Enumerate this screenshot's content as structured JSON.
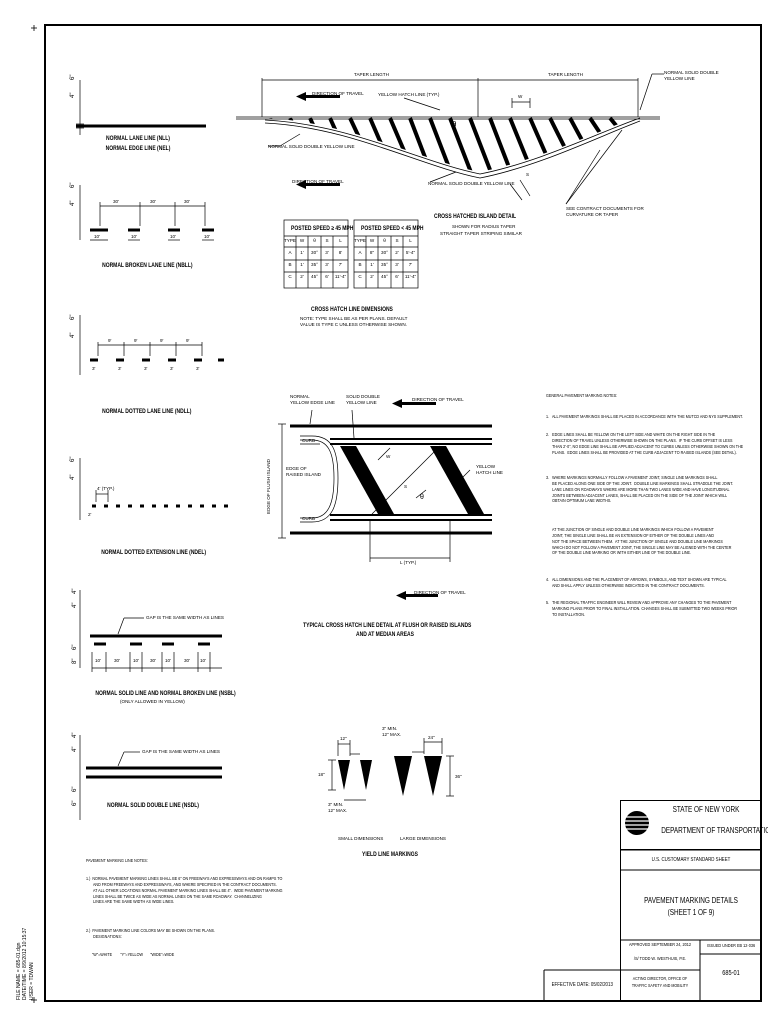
{
  "lines": {
    "normal_lane_line": "NORMAL LANE LINE (NLL)",
    "normal_edge_line": "NORMAL EDGE LINE (NEL)",
    "broken": "NORMAL BROKEN LANE LINE (NBLL)",
    "dotted": "NORMAL DOTTED LANE LINE (NDLL)",
    "dotted_ext": "NORMAL DOTTED EXTENSION LINE (NDEL)",
    "solid_broken": "NORMAL SOLID LINE AND NORMAL BROKEN LINE (NSBL)",
    "solid_broken_sub": "(ONLY ALLOWED IN YELLOW)",
    "solid_double": "NORMAL SOLID DOUBLE LINE (NSDL)",
    "gap_note": "GAP IS THE SAME WIDTH AS LINES",
    "dim_10": "10'",
    "dim_30": "30'",
    "dim_3": "3'",
    "dim_9": "9'",
    "dim_4typ": "4' (TYP.)",
    "dim_2": "2'",
    "dim_4": "4\"",
    "dim_6": "6\"",
    "dim_8": "8\""
  },
  "island": {
    "taper_length": "TAPER LENGTH",
    "direction_of_travel": "DIRECTION OF TRAVEL",
    "yellow_hatch_line_typ": "YELLOW HATCH LINE (TYP.)",
    "normal_solid_double_yellow_line": "NORMAL SOLID DOUBLE YELLOW LINE",
    "normal_solid_double_yellow_line_2": "NORMAL SOLID DOUBLE\nYELLOW LINE",
    "theta": "θ",
    "s": "S",
    "w": "W",
    "title": "CROSS HATCHED ISLAND DETAIL",
    "sub1": "SHOWN FOR RADIUS TAPER",
    "sub2": "STRAIGHT TAPER STRIPING SIMILAR",
    "contract_docs": "SEE CONTRACT DOCUMENTS FOR\nCURVATURE OR TAPER"
  },
  "dimension_tables": {
    "high_title": "POSTED SPEED ≥ 45 MPH",
    "low_title": "POSTED SPEED < 45 MPH",
    "headers": [
      "TYPE",
      "W",
      "θ",
      "S",
      "L"
    ],
    "high_rows": [
      [
        "A",
        "1'",
        "30°",
        "3'",
        "8'"
      ],
      [
        "B",
        "1'",
        "35°",
        "3'",
        "7'"
      ],
      [
        "C",
        "2'",
        "45°",
        "6'",
        "11'-4\""
      ]
    ],
    "low_rows": [
      [
        "A",
        "8\"",
        "30°",
        "2'",
        "5'-4\""
      ],
      [
        "B",
        "1'",
        "35°",
        "3'",
        "7'"
      ],
      [
        "C",
        "2'",
        "45°",
        "6'",
        "11'-4\""
      ]
    ],
    "title": "CROSS HATCH LINE DIMENSIONS",
    "note": "NOTE: TYPE SHALL BE AS PER PLANS. DEFAULT\nVALUE IS TYPE C UNLESS OTHERWISE SHOWN."
  },
  "flush_detail": {
    "normal_yellow_edge_line": "NORMAL\nYELLOW EDGE LINE",
    "solid_double_yellow_line": "SOLID DOUBLE\nYELLOW LINE",
    "direction_of_travel": "DIRECTION OF TRAVEL",
    "curb": "CURB",
    "edge_of_raised_island": "EDGE OF\nRAISED ISLAND",
    "edge_of_flush_island": "EDGE OF FLUSH ISLAND",
    "yellow_hatch_line": "YELLOW\nHATCH LINE",
    "l_typ": "L (TYP.)",
    "title1": "TYPICAL CROSS HATCH LINE DETAIL AT FLUSH OR RAISED ISLANDS",
    "title2": "AND AT MEDIAN AREAS"
  },
  "general_notes": {
    "title": "GENERAL PAVEMENT MARKING NOTES:",
    "items": [
      "1.   ALL PAVEMENT MARKINGS SHALL BE PLACED IN ACCORDANCE WITH THE MUTCD AND NYS SUPPLEMENT.",
      "2.   EDGE LINES SHALL BE YELLOW ON THE LEFT SIDE AND WHITE ON THE RIGHT SIDE IN THE\n      DIRECTION OF TRAVEL UNLESS OTHERWISE SHOWN ON THE PLANS.  IF THE CURB OFFSET IS LESS\n      THAN 2'-0\", NO EDGE LINE SHALL BE APPLIED ADJACENT TO CURBS UNLESS OTHERWISE SHOWN ON THE\n      PLANS.  EDGE LINES SHALL BE PROVIDED AT THE CURB ADJACENT TO RAISED ISLANDS (SEE DETAIL).",
      "3.   WHERE MARKINGS NORMALLY FOLLOW A PAVEMENT JOINT, SINGLE LINE MARKINGS SHALL\n      BE PLACED ALONG ONE SIDE OF THE JOINT.  DOUBLE LINE MARKINGS SHALL STRADDLE THE JOINT.\n      LANE LINES ON ROADWAYS WHERE ARE MORE THAN TWO LANES WIDE AND HAVE LONGITUDINAL\n      JOINTS BETWEEN ADJACENT LANES, SHALL BE PLACED ON THE SIDE OF THE JOINT WHICH WILL\n      OBTAIN OPTIMUM LANE WIDTHS.",
      "      AT THE JUNCTION OF SINGLE AND DOUBLE LINE MARKINGS WHICH FOLLOW A PAVEMENT\n      JOINT, THE SINGLE LINE SHALL BE AN EXTENSION OF EITHER OF THE DOUBLE LINES AND\n      NOT THE SPACE BETWEEN THEM.  AT THE JUNCTION OF SINGLE AND DOUBLE LINE MARKINGS\n      WHICH DO NOT FOLLOW A PAVEMENT JOINT, THE SINGLE LINE MAY BE ALIGNED WITH THE CENTER\n      OF THE DOUBLE LINE MARKING OR WITH EITHER LINE OF THE DOUBLE LINE.",
      "4.   ALL DIMENSIONS AND THE PLACEMENT OF ARROWS, SYMBOLS, AND TEXT SHOWN ARE TYPICAL\n      AND SHALL APPLY UNLESS OTHERWISE INDICATED IN THE CONTRACT DOCUMENTS.",
      "5.   THE REGIONAL TRAFFIC ENGINEER WILL REVIEW AND APPROVE ANY CHANGES TO THE PAVEMENT\n      MARKING PLANS PRIOR TO FINAL INSTALLATION. CHANGES SHALL BE SUBMITTED TWO WEEKS PRIOR\n      TO INSTALLATION."
    ]
  },
  "pml_notes": {
    "title": "PAVEMENT MARKING LINE NOTES:",
    "item1": "1.)  NORMAL PAVEMENT MARKING LINES SHALL BE 6\" ON FREEWAYS AND EXPRESSWAYS AND ON RAMPS TO\n       AND FROM FREEWAYS AND EXPRESSWAYS, AND WHERE SPECIFIED IN THE CONTRACT DOCUMENTS.\n       AT ALL OTHER LOCATIONS NORMAL PAVEMENT MARKING LINES SHALL BE 4\".  WIDE PAVEMENT MARKING\n       LINES SHALL BE TWICE AS WIDE AS NORMAL LINES ON THE SAME ROADWAY.  CHANNELIZING\n       LINES ARE THE SAME WIDTH AS WIDE LINES.",
    "item2": "2.)  PAVEMENT MARKING LINE COLORS MAY BE SHOWN ON THE PLANS.\n       DESIGNATIONS:",
    "designations": "\"W\"=WHITE        \"Y\"=YELLOW       \"WIDE\"=WIDE"
  },
  "yield": {
    "small_dims": "SMALL DIMENSIONS",
    "large_dims": "LARGE DIMENSIONS",
    "title": "YIELD LINE MARKINGS",
    "d12": "12\"",
    "d18": "18\"",
    "d3min": "3\" MIN.\n12\" MAX.",
    "d24": "24\"",
    "d36": "36\""
  },
  "title_block": {
    "state": "STATE OF NEW YORK",
    "dept": "DEPARTMENT OF TRANSPORTATION",
    "standard": "U.S. CUSTOMARY STANDARD SHEET",
    "title1": "PAVEMENT MARKING DETAILS",
    "title2": "(SHEET 1 OF 9)",
    "approved": "APPROVED SEPTEMBER 24, 2012",
    "signed": "/S/ TODD W. WESTHUIS, P.E.",
    "role1": "ACTING DIRECTOR, OFFICE OF",
    "role2": "TRAFFIC SAFETY AND MOBILITY",
    "issued": "ISSUED UNDER EB 12-036",
    "number": "685-01",
    "effective": "EFFECTIVE DATE: 05/02/2013"
  },
  "margin_text": "FILE NAME = 685-01.dgn\nDATE/TIME = 8/9/2012 10:15:37\nUSER = TDWAN"
}
